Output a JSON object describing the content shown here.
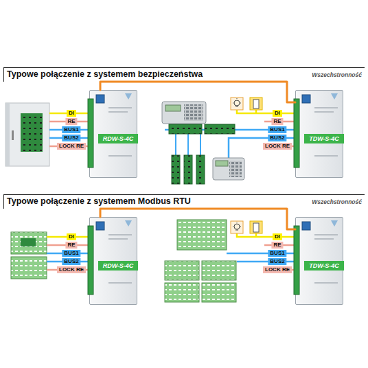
{
  "diagram": {
    "nodes": [
      {
        "text": [
          "Typowe połączenie z systemem bezpieczeństwa",
          "Wszechstronność"
        ]
      },
      {
        "text": [
          "RDW-S-4C"
        ],
        "in": 0
      },
      {
        "text": [
          "TDW-S-4C"
        ],
        "in": 0
      },
      {
        "text": [
          "Typowe połączenie z systemem Modbus RTU",
          "Wszechstronność"
        ]
      },
      {
        "text": [
          "RDW-S-4C"
        ],
        "in": 3
      },
      {
        "text": [
          "TDW-S-4C"
        ],
        "in": 3
      }
    ],
    "edges": [
      {
        "from": 1,
        "to": 2,
        "arrow": "none"
      },
      {
        "from": 4,
        "to": 5,
        "arrow": "none"
      }
    ],
    "labels": [
      "DI",
      "RE",
      "BUS1",
      "BUS2",
      "LOCK RE",
      "DI",
      "RE",
      "BUS1",
      "BUS2",
      "LOCK RE",
      "DI",
      "RE",
      "BUS1",
      "BUS2",
      "LOCK RE",
      "DI",
      "RE",
      "BUS1",
      "BUS2",
      "LOCK RE"
    ]
  }
}
